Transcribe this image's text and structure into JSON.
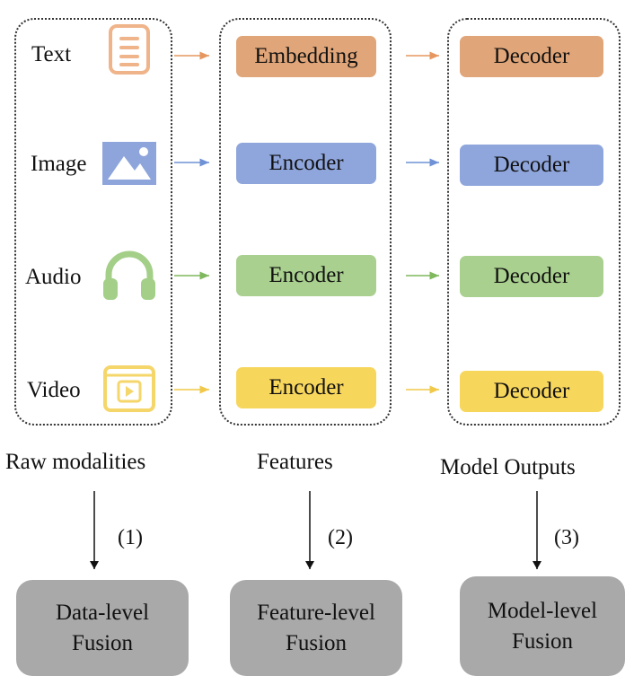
{
  "colors": {
    "text_orange": "#e0a578",
    "image_blue": "#8fa6dd",
    "audio_green": "#a9d08e",
    "video_yellow": "#f7d65c",
    "fusion_gray": "#a9a9a9",
    "icon_orange": "#f0b48a",
    "icon_blue": "#8ea5dc",
    "icon_green": "#a3cf88",
    "icon_yellow": "#f5d66a"
  },
  "modalities": [
    {
      "label": "Text",
      "icon": "document-icon",
      "feature": "Embedding",
      "output": "Decoder"
    },
    {
      "label": "Image",
      "icon": "image-icon",
      "feature": "Encoder",
      "output": "Decoder"
    },
    {
      "label": "Audio",
      "icon": "headphones-icon",
      "feature": "Encoder",
      "output": "Decoder"
    },
    {
      "label": "Video",
      "icon": "video-player-icon",
      "feature": "Encoder",
      "output": "Decoder"
    }
  ],
  "columns": {
    "raw": "Raw modalities",
    "features": "Features",
    "outputs": "Model Outputs"
  },
  "steps": [
    "(1)",
    "(2)",
    "(3)"
  ],
  "fusion": [
    {
      "line1": "Data-level",
      "line2": "Fusion"
    },
    {
      "line1": "Feature-level",
      "line2": "Fusion"
    },
    {
      "line1": "Model-level",
      "line2": "Fusion"
    }
  ]
}
